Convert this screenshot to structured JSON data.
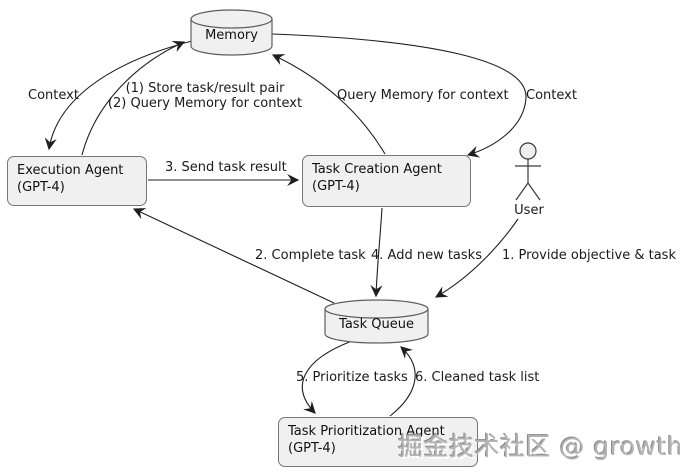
{
  "nodes": {
    "memory": {
      "label": "Memory"
    },
    "task_queue": {
      "label": "Task Queue"
    },
    "execution_agent": {
      "name": "Execution Agent",
      "model": "(GPT-4)"
    },
    "task_creation_agent": {
      "name": "Task Creation Agent",
      "model": "(GPT-4)"
    },
    "task_prioritization_agent": {
      "name": "Task Prioritization Agent",
      "model": "(GPT-4)"
    },
    "user": {
      "label": "User"
    }
  },
  "edges": {
    "memory_to_execution": {
      "label": "Context"
    },
    "execution_to_memory": {
      "label_line1": "(1) Store task/result pair",
      "label_line2": "(2) Query Memory for context"
    },
    "creation_to_memory": {
      "label": "Query Memory for context"
    },
    "memory_to_creation": {
      "label": "Context"
    },
    "execution_to_creation": {
      "label": "3. Send task result"
    },
    "queue_to_execution": {
      "label": "2. Complete task"
    },
    "creation_to_queue": {
      "label": "4. Add new tasks"
    },
    "user_to_queue": {
      "label": "1. Provide objective & task"
    },
    "queue_to_prioritization": {
      "label": "5. Prioritize tasks"
    },
    "prioritization_to_queue": {
      "label": "6. Cleaned task list"
    }
  },
  "watermark": {
    "text": "掘金技术社区 @ growther"
  },
  "colors": {
    "background": "#ffffff",
    "node_fill": "#f0f0f0",
    "node_border": "#767676",
    "line": "#1f1f1f",
    "text": "#1a1a1a",
    "watermark": "#b3b3b3"
  }
}
